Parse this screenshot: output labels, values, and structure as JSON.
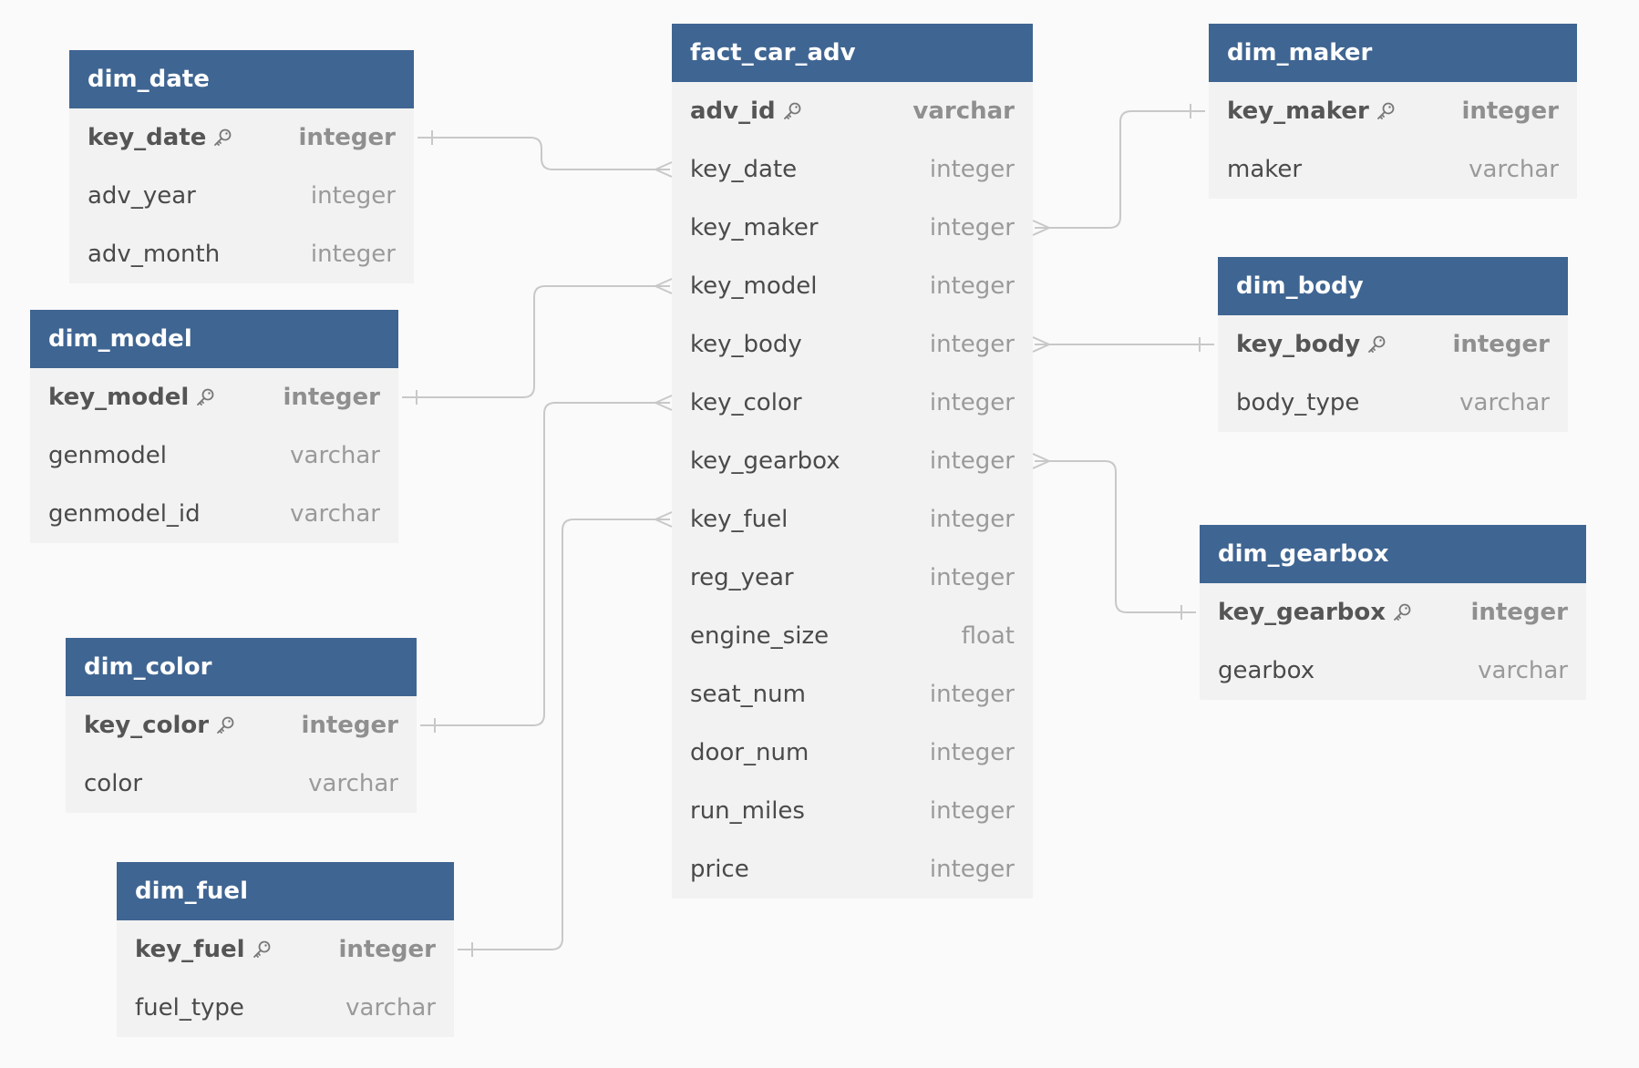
{
  "colors": {
    "header_bg": "#3f6592",
    "header_text": "#ffffff",
    "table_bg": "#f2f2f2",
    "canvas_bg": "#fafafa",
    "relation_line": "#c8c8c8",
    "field_name": "#4a4a4a",
    "field_type": "#9a9a9a"
  },
  "key_icon": "key-icon",
  "tables": [
    {
      "id": "dim_date",
      "name": "dim_date",
      "fields": [
        {
          "name": "key_date",
          "type": "integer",
          "pk": true
        },
        {
          "name": "adv_year",
          "type": "integer",
          "pk": false
        },
        {
          "name": "adv_month",
          "type": "integer",
          "pk": false
        }
      ]
    },
    {
      "id": "dim_model",
      "name": "dim_model",
      "fields": [
        {
          "name": "key_model",
          "type": "integer",
          "pk": true
        },
        {
          "name": "genmodel",
          "type": "varchar",
          "pk": false
        },
        {
          "name": "genmodel_id",
          "type": "varchar",
          "pk": false
        }
      ]
    },
    {
      "id": "dim_color",
      "name": "dim_color",
      "fields": [
        {
          "name": "key_color",
          "type": "integer",
          "pk": true
        },
        {
          "name": "color",
          "type": "varchar",
          "pk": false
        }
      ]
    },
    {
      "id": "dim_fuel",
      "name": "dim_fuel",
      "fields": [
        {
          "name": "key_fuel",
          "type": "integer",
          "pk": true
        },
        {
          "name": "fuel_type",
          "type": "varchar",
          "pk": false
        }
      ]
    },
    {
      "id": "fact_car_adv",
      "name": "fact_car_adv",
      "fields": [
        {
          "name": "adv_id",
          "type": "varchar",
          "pk": true
        },
        {
          "name": "key_date",
          "type": "integer",
          "pk": false
        },
        {
          "name": "key_maker",
          "type": "integer",
          "pk": false
        },
        {
          "name": "key_model",
          "type": "integer",
          "pk": false
        },
        {
          "name": "key_body",
          "type": "integer",
          "pk": false
        },
        {
          "name": "key_color",
          "type": "integer",
          "pk": false
        },
        {
          "name": "key_gearbox",
          "type": "integer",
          "pk": false
        },
        {
          "name": "key_fuel",
          "type": "integer",
          "pk": false
        },
        {
          "name": "reg_year",
          "type": "integer",
          "pk": false
        },
        {
          "name": "engine_size",
          "type": "float",
          "pk": false
        },
        {
          "name": "seat_num",
          "type": "integer",
          "pk": false
        },
        {
          "name": "door_num",
          "type": "integer",
          "pk": false
        },
        {
          "name": "run_miles",
          "type": "integer",
          "pk": false
        },
        {
          "name": "price",
          "type": "integer",
          "pk": false
        }
      ]
    },
    {
      "id": "dim_maker",
      "name": "dim_maker",
      "fields": [
        {
          "name": "key_maker",
          "type": "integer",
          "pk": true
        },
        {
          "name": "maker",
          "type": "varchar",
          "pk": false
        }
      ]
    },
    {
      "id": "dim_body",
      "name": "dim_body",
      "fields": [
        {
          "name": "key_body",
          "type": "integer",
          "pk": true
        },
        {
          "name": "body_type",
          "type": "varchar",
          "pk": false
        }
      ]
    },
    {
      "id": "dim_gearbox",
      "name": "dim_gearbox",
      "fields": [
        {
          "name": "key_gearbox",
          "type": "integer",
          "pk": true
        },
        {
          "name": "gearbox",
          "type": "varchar",
          "pk": false
        }
      ]
    }
  ],
  "relations": [
    {
      "from_table": "dim_date",
      "from_field": "key_date",
      "to_table": "fact_car_adv",
      "to_field": "key_date",
      "cardinality": "one-to-many"
    },
    {
      "from_table": "dim_model",
      "from_field": "key_model",
      "to_table": "fact_car_adv",
      "to_field": "key_model",
      "cardinality": "one-to-many"
    },
    {
      "from_table": "dim_color",
      "from_field": "key_color",
      "to_table": "fact_car_adv",
      "to_field": "key_color",
      "cardinality": "one-to-many"
    },
    {
      "from_table": "dim_fuel",
      "from_field": "key_fuel",
      "to_table": "fact_car_adv",
      "to_field": "key_fuel",
      "cardinality": "one-to-many"
    },
    {
      "from_table": "dim_maker",
      "from_field": "key_maker",
      "to_table": "fact_car_adv",
      "to_field": "key_maker",
      "cardinality": "one-to-many"
    },
    {
      "from_table": "dim_body",
      "from_field": "key_body",
      "to_table": "fact_car_adv",
      "to_field": "key_body",
      "cardinality": "one-to-many"
    },
    {
      "from_table": "dim_gearbox",
      "from_field": "key_gearbox",
      "to_table": "fact_car_adv",
      "to_field": "key_gearbox",
      "cardinality": "one-to-many"
    }
  ]
}
